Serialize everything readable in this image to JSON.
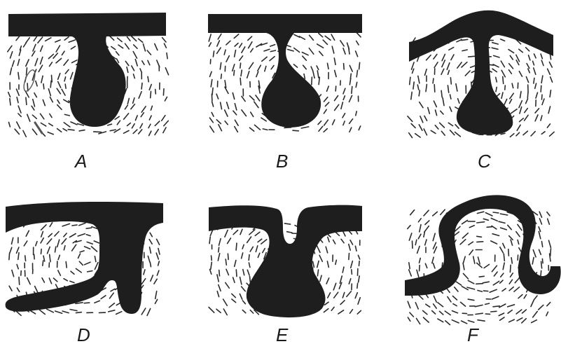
{
  "figure": {
    "panels": [
      {
        "id": "A",
        "label": "A"
      },
      {
        "id": "B",
        "label": "B"
      },
      {
        "id": "C",
        "label": "C"
      },
      {
        "id": "D",
        "label": "D"
      },
      {
        "id": "E",
        "label": "E"
      },
      {
        "id": "F",
        "label": "F"
      }
    ]
  },
  "colors": {
    "epithelium": "#1e1e1e",
    "mesenchyme_marks": "#2a2a2a",
    "background": "#ffffff"
  }
}
